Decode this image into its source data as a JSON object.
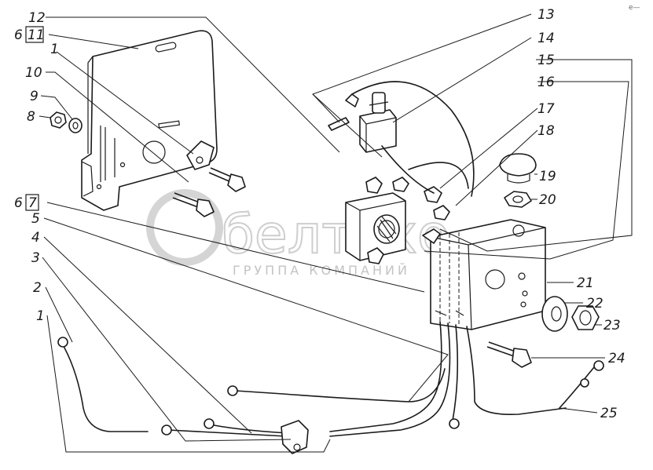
{
  "watermark": {
    "brand": "белтехо",
    "sub": "ГРУППА КОМПАНИЙ"
  },
  "corner_mark": "e—",
  "callouts": [
    {
      "id": "c12",
      "text": "12"
    },
    {
      "id": "c6_11",
      "prefix": "6",
      "boxed": "11"
    },
    {
      "id": "c1_top",
      "text": "1"
    },
    {
      "id": "c10",
      "text": "10"
    },
    {
      "id": "c9",
      "text": "9"
    },
    {
      "id": "c8",
      "text": "8"
    },
    {
      "id": "c13",
      "text": "13"
    },
    {
      "id": "c14",
      "text": "14"
    },
    {
      "id": "c15",
      "text": "15"
    },
    {
      "id": "c16",
      "text": "16"
    },
    {
      "id": "c17",
      "text": "17"
    },
    {
      "id": "c18",
      "text": "18"
    },
    {
      "id": "c19",
      "text": "19"
    },
    {
      "id": "c20",
      "text": "20"
    },
    {
      "id": "c6_7",
      "prefix": "6",
      "boxed": "7"
    },
    {
      "id": "c5",
      "text": "5"
    },
    {
      "id": "c4",
      "text": "4"
    },
    {
      "id": "c3",
      "text": "3"
    },
    {
      "id": "c2",
      "text": "2"
    },
    {
      "id": "c1_bottom",
      "text": "1"
    },
    {
      "id": "c21",
      "text": "21"
    },
    {
      "id": "c22",
      "text": "22"
    },
    {
      "id": "c23",
      "text": "23"
    },
    {
      "id": "c24",
      "text": "24"
    },
    {
      "id": "c25",
      "text": "25"
    }
  ]
}
